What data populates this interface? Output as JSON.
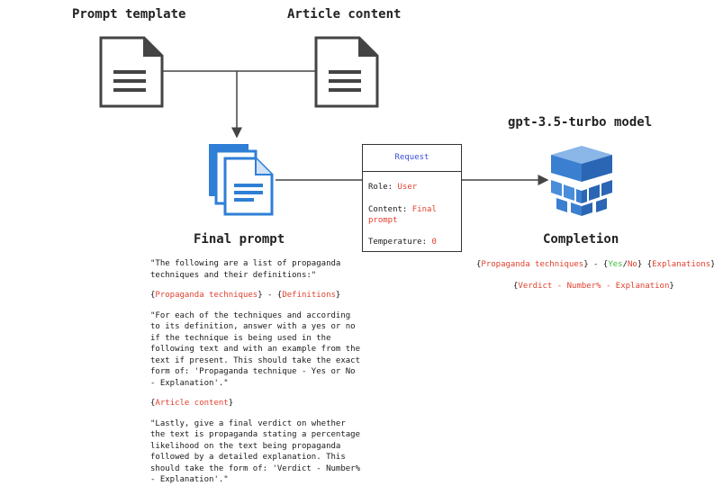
{
  "titles": {
    "prompt_template": "Prompt template",
    "article_content": "Article content",
    "model": "gpt-3.5-turbo model",
    "final_prompt": "Final prompt",
    "completion": "Completion"
  },
  "request": {
    "header": "Request",
    "role_label": "Role: ",
    "role_value": "User",
    "content_label": "Content: ",
    "content_value_1": "Final",
    "content_value_2": "prompt",
    "temp_label": "Temperature: ",
    "temp_value": "0"
  },
  "completion": {
    "line1_a": "{",
    "line1_b": "Propaganda techniques",
    "line1_c": "} - {",
    "line1_yes": "Yes",
    "line1_slash": "/",
    "line1_no": "No",
    "line1_d": "} {",
    "line1_e": "Explanations",
    "line1_f": "}",
    "line2_a": "{",
    "line2_b": "Verdict - Number% - Explanation",
    "line2_c": "}"
  },
  "prompt_text": {
    "p1_l1": "\"The following are a list of propaganda",
    "p1_l2": "techniques and their definitions:\"",
    "p2_a": "{",
    "p2_b": "Propaganda techniques",
    "p2_c": "} - {",
    "p2_d": "Definitions",
    "p2_e": "}",
    "p3_l1": "\"For each of the techniques and according",
    "p3_l2": "to its definition, answer with a yes or no",
    "p3_l3": "if the technique is being used in the",
    "p3_l4": "following text and with an example from the",
    "p3_l5": "text if present. This should take the exact",
    "p3_l6": "form of: 'Propaganda technique - Yes or No",
    "p3_l7": "- Explanation'.\"",
    "p4_a": "{",
    "p4_b": "Article content",
    "p4_c": "}",
    "p5_l1": "\"Lastly, give a final verdict on whether",
    "p5_l2": "the text is propaganda stating a percentage",
    "p5_l3": "likelihood on the text being propaganda",
    "p5_l4": "followed by a detailed explanation. This",
    "p5_l5": "should take the form of: 'Verdict - Number%",
    "p5_l6": "- Explanation'.\""
  },
  "icons": {
    "template": "document-icon",
    "article": "document-icon",
    "final": "stacked-documents-icon",
    "model": "cube-stack-icon"
  },
  "colors": {
    "highlight": "#e0412f",
    "yes": "#3cc03c",
    "request_header": "#3a4fd8",
    "doc_blue": "#2f7fd6"
  }
}
